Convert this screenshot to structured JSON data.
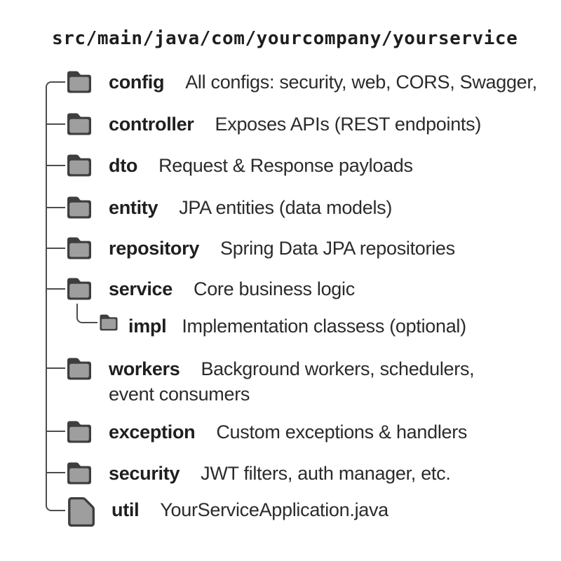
{
  "title": "src/main/java/com/yourcompany/yourservice",
  "tree": {
    "items": [
      {
        "name": "config",
        "desc": "All configs: security, web, CORS, Swagger,",
        "icon": "folder",
        "child": false
      },
      {
        "name": "controller",
        "desc": "Exposes APIs (REST endpoints)",
        "icon": "folder",
        "child": false
      },
      {
        "name": "dto",
        "desc": "Request & Response payloads",
        "icon": "folder",
        "child": false
      },
      {
        "name": "entity",
        "desc": "JPA entities (data models)",
        "icon": "folder",
        "child": false
      },
      {
        "name": "repository",
        "desc": "Spring Data JPA repositories",
        "icon": "folder",
        "child": false
      },
      {
        "name": "service",
        "desc": "Core business logic",
        "icon": "folder",
        "child": false
      },
      {
        "name": "impl",
        "desc": "Implementation classess (optional)",
        "icon": "folder-small",
        "child": true
      },
      {
        "name": "workers",
        "desc": "Background workers, schedulers,\nevent consumers",
        "icon": "folder",
        "child": false
      },
      {
        "name": "exception",
        "desc": "Custom exceptions & handlers",
        "icon": "folder",
        "child": false
      },
      {
        "name": "security",
        "desc": "JWT filters, auth manager, etc.",
        "icon": "folder",
        "child": false
      },
      {
        "name": "util",
        "desc": "YourServiceApplication.java",
        "icon": "file",
        "child": false
      }
    ]
  },
  "colors": {
    "line": "#4d4d4d",
    "folder_outline": "#3e3e3e",
    "folder_fill": "#9e9e9e",
    "text": "#2b2b2b"
  }
}
